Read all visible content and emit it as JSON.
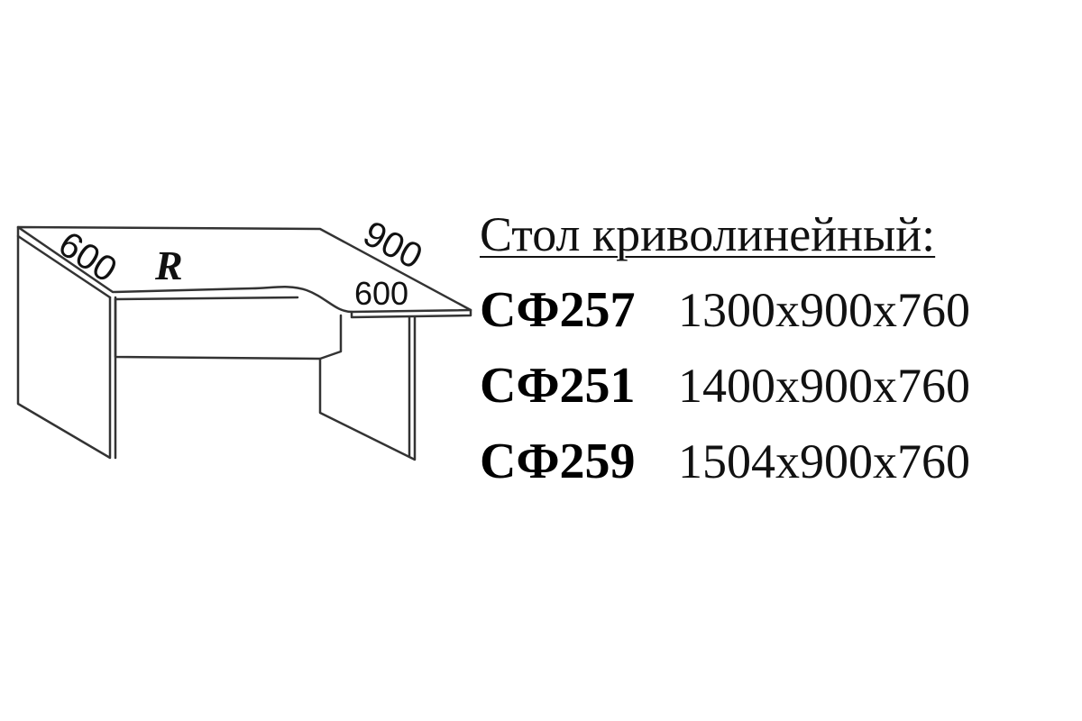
{
  "drawing": {
    "labels": {
      "depth_left": "600",
      "width_right": "900",
      "depth_right": "600",
      "radius": "R"
    },
    "line_color": "#333333"
  },
  "spec": {
    "title": "Стол криволинейный:",
    "items": [
      {
        "code": "СФ257",
        "size": "1300х900х760"
      },
      {
        "code": "СФ251",
        "size": "1400х900х760"
      },
      {
        "code": "СФ259",
        "size": "1504х900х760"
      }
    ]
  }
}
